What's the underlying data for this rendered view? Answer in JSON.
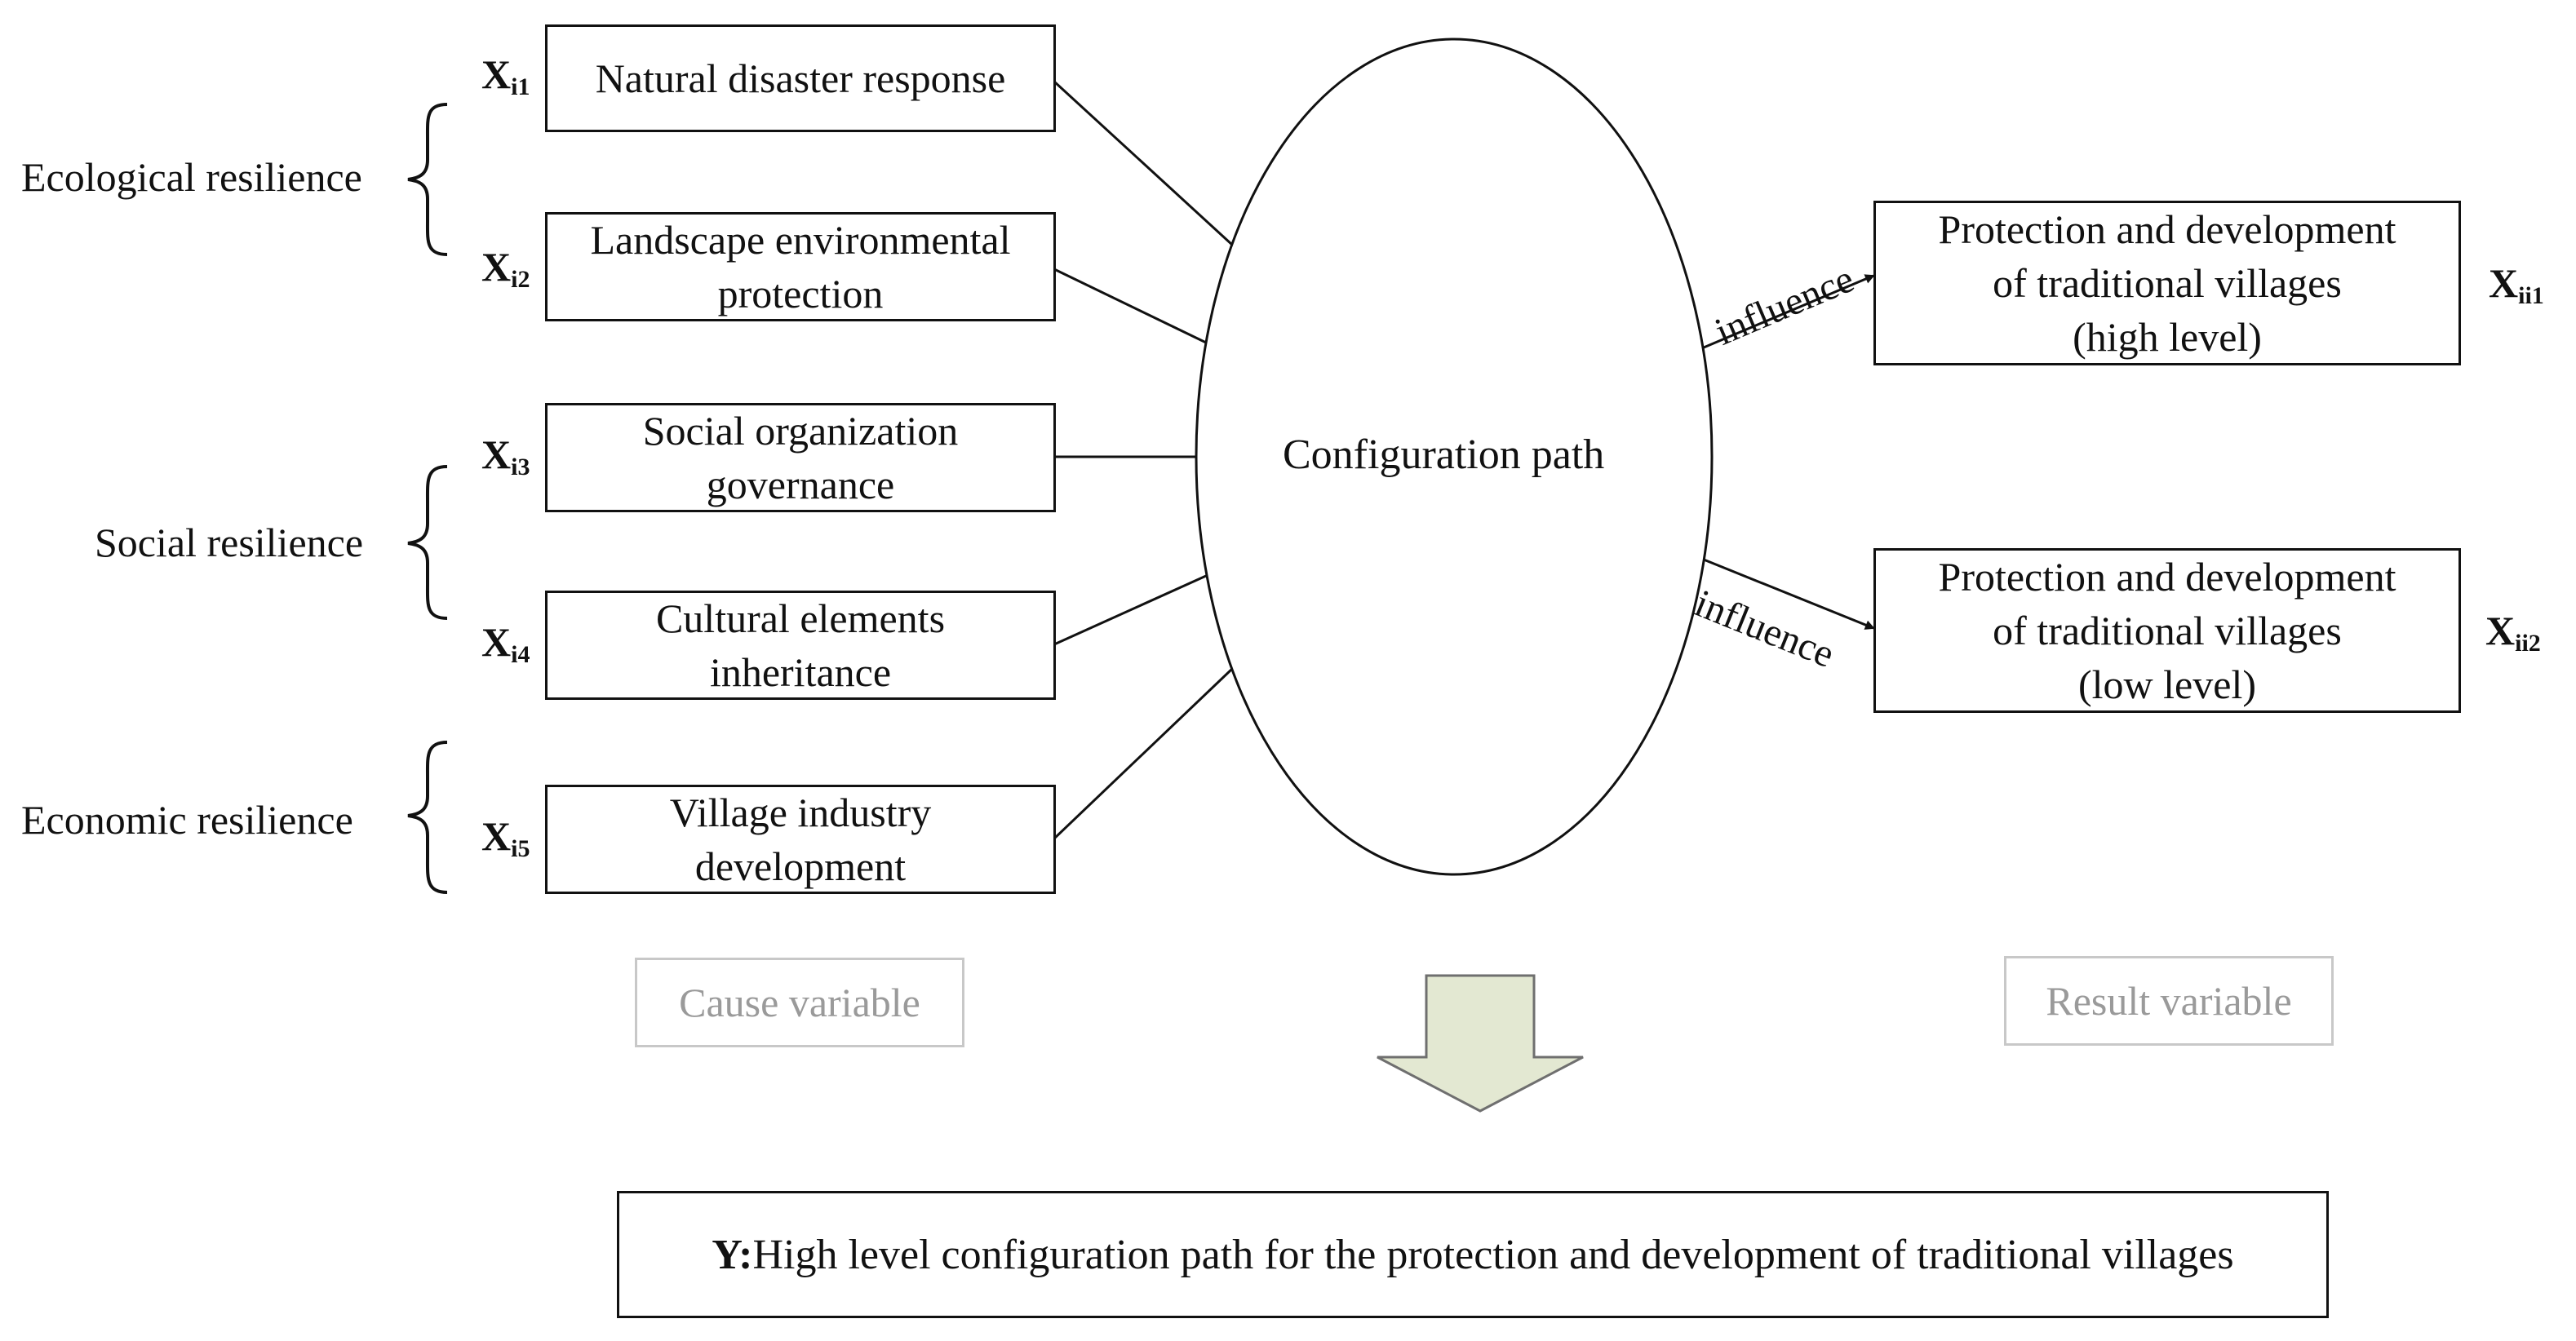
{
  "groups": {
    "ecological": "Ecological resilience",
    "social": "Social resilience",
    "economic": "Economic resilience"
  },
  "cause_variables": [
    {
      "id_main": "X",
      "id_sub": "i1",
      "line1": "Natural disaster response",
      "line2": ""
    },
    {
      "id_main": "X",
      "id_sub": "i2",
      "line1": "Landscape environmental",
      "line2": "protection"
    },
    {
      "id_main": "X",
      "id_sub": "i3",
      "line1": "Social organization",
      "line2": "governance"
    },
    {
      "id_main": "X",
      "id_sub": "i4",
      "line1": "Cultural elements",
      "line2": "inheritance"
    },
    {
      "id_main": "X",
      "id_sub": "i5",
      "line1": "Village industry",
      "line2": "development"
    }
  ],
  "center": {
    "label": "Configuration path"
  },
  "influence_label": "influence",
  "results": [
    {
      "line1": "Protection and development",
      "line2": "of traditional villages",
      "line3": "(high level)",
      "id_main": "X",
      "id_sub": "ii1"
    },
    {
      "line1": "Protection and development",
      "line2": "of traditional villages",
      "line3": "(low level)",
      "id_main": "X",
      "id_sub": "ii2"
    }
  ],
  "legend": {
    "cause": "Cause variable",
    "result": "Result variable"
  },
  "outcome": {
    "prefix": "Y:",
    "text": "High level configuration path for the protection and development of traditional villages"
  },
  "colors": {
    "line": "#111111",
    "arrow_fill": "#e3e8d2",
    "arrow_stroke": "#6f6f6f",
    "legend_border": "#c8c8c8",
    "legend_text": "#9a9a9a"
  }
}
